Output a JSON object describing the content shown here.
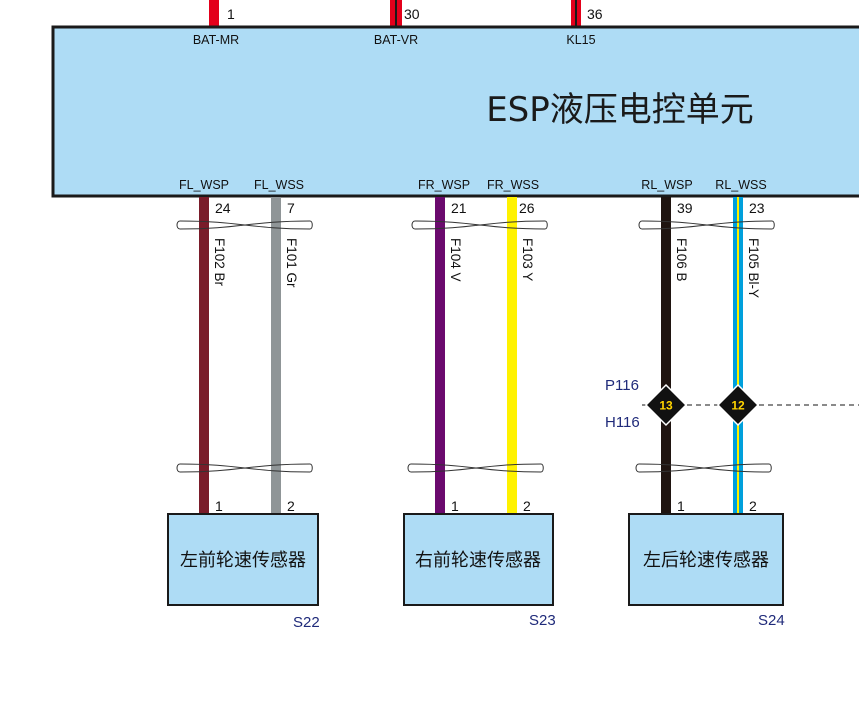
{
  "colors": {
    "module_fill": "#aedcf5",
    "border": "#1a1a1a",
    "top_wire": "#e3001b",
    "wire_Br": "#7a1c2a",
    "wire_Gr": "#8f9597",
    "wire_V": "#6b0a6e",
    "wire_Y": "#fff200",
    "wire_B": "#1f1410",
    "wire_Bl": "#00a0dc",
    "diamond_text": "#ffd400",
    "label_blue": "#1f2a7a"
  },
  "control_unit": {
    "title": "ESP液压电控单元",
    "supply_pins": [
      {
        "number": "1",
        "name": "BAT-MR"
      },
      {
        "number": "30",
        "name": "BAT-VR"
      },
      {
        "number": "36",
        "name": "KL15"
      }
    ],
    "sensor_pins": [
      {
        "name": "FL_WSP",
        "number": "24",
        "wire": "F102 Br"
      },
      {
        "name": "FL_WSS",
        "number": "7",
        "wire": "F101 Gr"
      },
      {
        "name": "FR_WSP",
        "number": "21",
        "wire": "F104 V"
      },
      {
        "name": "FR_WSS",
        "number": "26",
        "wire": "F103 Y"
      },
      {
        "name": "RL_WSP",
        "number": "39",
        "wire": "F106 B"
      },
      {
        "name": "RL_WSS",
        "number": "23",
        "wire": "F105 Bl-Y"
      }
    ]
  },
  "connector": {
    "upper": "P116",
    "lower": "H116",
    "pins": [
      "13",
      "12"
    ]
  },
  "sensors": [
    {
      "label": "左前轮速传感器",
      "code": "S22",
      "pins": [
        "1",
        "2"
      ]
    },
    {
      "label": "右前轮速传感器",
      "code": "S23",
      "pins": [
        "1",
        "2"
      ]
    },
    {
      "label": "左后轮速传感器",
      "code": "S24",
      "pins": [
        "1",
        "2"
      ]
    }
  ]
}
